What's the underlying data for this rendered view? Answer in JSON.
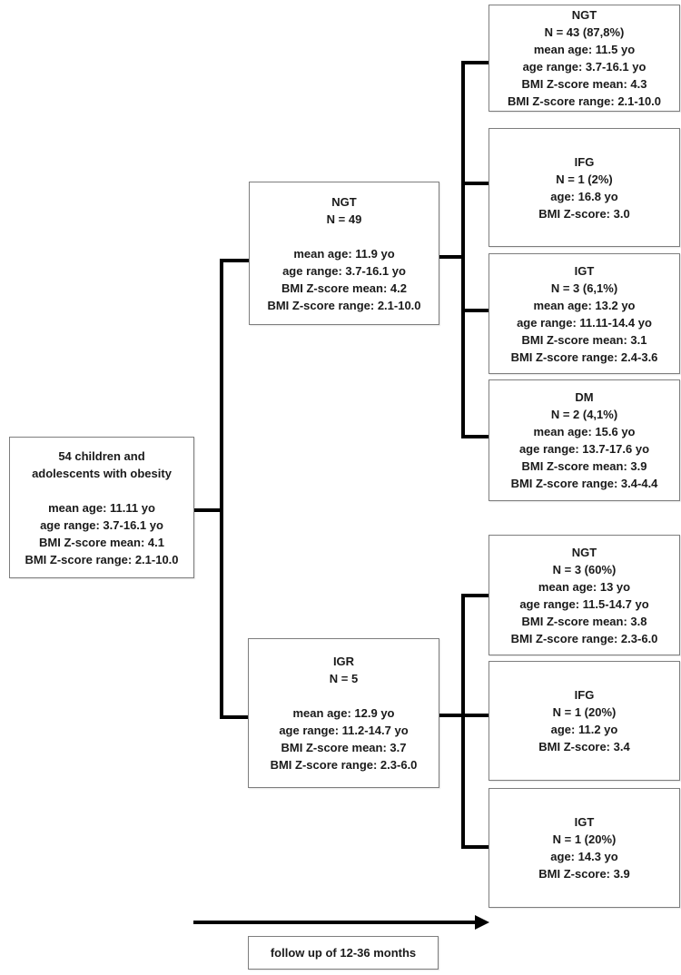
{
  "diagram": {
    "title_hint": "Follow-up flowchart of 54 children and adolescents with obesity",
    "colors": {
      "connector": "#000000",
      "box_border": "#7d7d7d",
      "text": "#1a1a1a",
      "background": "#ffffff"
    },
    "root": {
      "lines": [
        "54 children and",
        "adolescents with obesity",
        "",
        "mean age: 11.11 yo",
        "age range: 3.7-16.1 yo",
        "BMI Z-score mean: 4.1",
        "BMI Z-score range: 2.1-10.0"
      ]
    },
    "branches": {
      "ngt": {
        "lines": [
          "NGT",
          "N = 49",
          "",
          "mean age: 11.9 yo",
          "age range:  3.7-16.1 yo",
          "BMI Z-score mean: 4.2",
          "BMI Z-score range: 2.1-10.0"
        ]
      },
      "igr": {
        "lines": [
          "IGR",
          "N = 5",
          "",
          "mean age: 12.9 yo",
          "age range: 11.2-14.7 yo",
          "BMI Z-score mean: 3.7",
          "BMI Z-score range: 2.3-6.0"
        ]
      }
    },
    "outcomes_top": [
      {
        "id": "ngt",
        "lines": [
          "NGT",
          "N = 43 (87,8%)",
          "mean age: 11.5 yo",
          "age range: 3.7-16.1 yo",
          "BMI Z-score mean: 4.3",
          "BMI Z-score range: 2.1-10.0"
        ]
      },
      {
        "id": "ifg",
        "lines": [
          "IFG",
          "N = 1 (2%)",
          "age: 16.8 yo",
          "BMI Z-score: 3.0"
        ]
      },
      {
        "id": "igt",
        "lines": [
          "IGT",
          "N = 3 (6,1%)",
          "mean age: 13.2 yo",
          "age range: 11.11-14.4 yo",
          "BMI Z-score mean: 3.1",
          "BMI Z-score range: 2.4-3.6"
        ]
      },
      {
        "id": "dm",
        "lines": [
          "DM",
          "N = 2 (4,1%)",
          "mean age: 15.6 yo",
          "age range: 13.7-17.6 yo",
          "BMI Z-score mean: 3.9",
          "BMI Z-score range: 3.4-4.4"
        ]
      }
    ],
    "outcomes_bottom": [
      {
        "id": "ngt",
        "lines": [
          "NGT",
          "N = 3 (60%)",
          "mean age: 13 yo",
          "age range: 11.5-14.7 yo",
          "BMI Z-score mean: 3.8",
          "BMI Z-score range: 2.3-6.0"
        ]
      },
      {
        "id": "ifg",
        "lines": [
          "IFG",
          "N = 1 (20%)",
          "age: 11.2 yo",
          "BMI Z-score: 3.4"
        ]
      },
      {
        "id": "igt",
        "lines": [
          "IGT",
          "N = 1 (20%)",
          "age: 14.3 yo",
          "BMI Z-score: 3.9"
        ]
      }
    ],
    "followup": {
      "label": "follow up of 12-36 months"
    }
  }
}
